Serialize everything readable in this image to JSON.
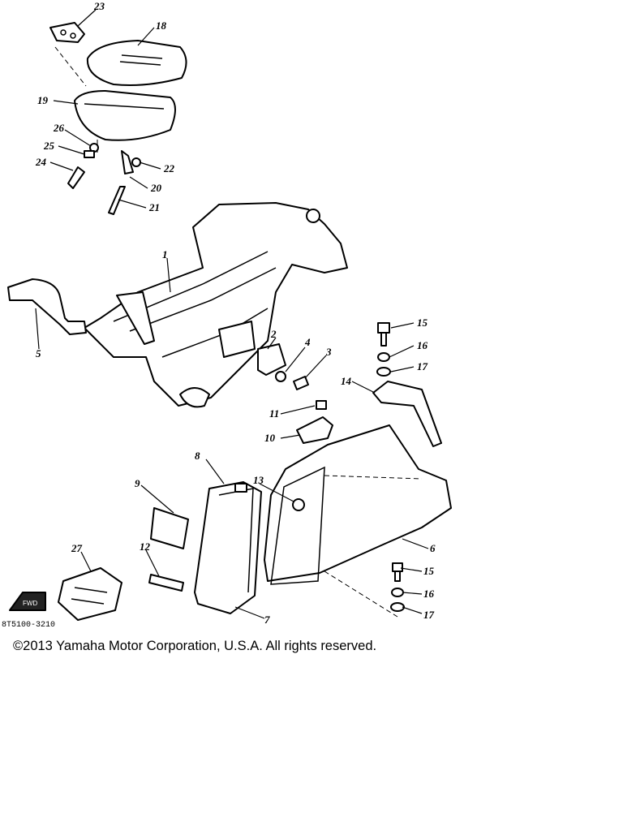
{
  "diagram": {
    "ref_code": "8T5100-3210",
    "copyright": "©2013 Yamaha Motor Corporation, U.S.A. All rights reserved.",
    "fwd_label": "FWD",
    "callouts": [
      "1",
      "2",
      "3",
      "4",
      "5",
      "6",
      "7",
      "8",
      "9",
      "10",
      "11",
      "12",
      "13",
      "14",
      "15",
      "16",
      "17",
      "18",
      "19",
      "20",
      "21",
      "22",
      "23",
      "24",
      "25",
      "26",
      "27",
      "15",
      "16",
      "17"
    ]
  }
}
